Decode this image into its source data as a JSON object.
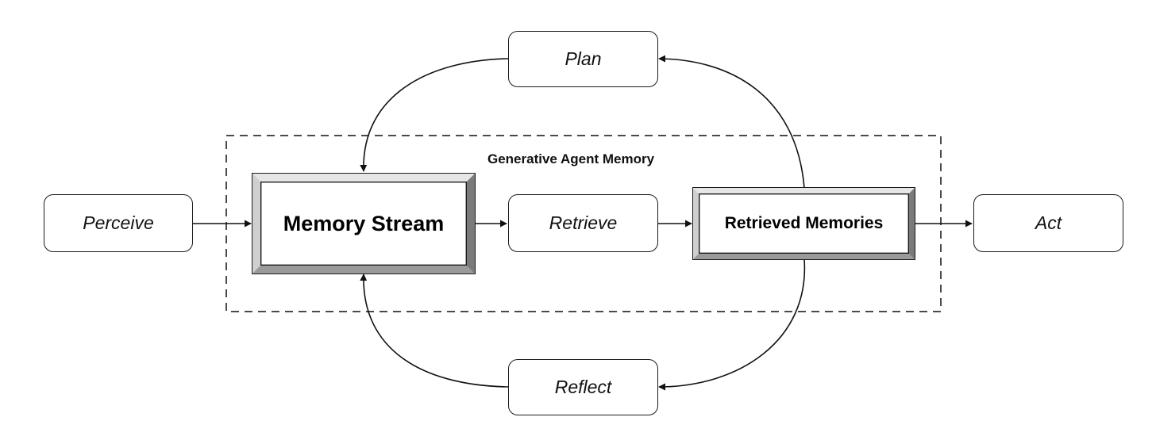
{
  "diagram": {
    "group": {
      "label": "Generative Agent Memory"
    },
    "nodes": {
      "perceive": "Perceive",
      "memory_stream": "Memory Stream",
      "retrieve": "Retrieve",
      "retrieved_memories": "Retrieved Memories",
      "act": "Act",
      "plan": "Plan",
      "reflect": "Reflect"
    },
    "edges": [
      {
        "from": "Perceive",
        "to": "Memory Stream"
      },
      {
        "from": "Memory Stream",
        "to": "Retrieve"
      },
      {
        "from": "Retrieve",
        "to": "Retrieved Memories"
      },
      {
        "from": "Retrieved Memories",
        "to": "Act"
      },
      {
        "from": "Retrieved Memories",
        "to": "Plan"
      },
      {
        "from": "Plan",
        "to": "Memory Stream"
      },
      {
        "from": "Retrieved Memories",
        "to": "Reflect"
      },
      {
        "from": "Reflect",
        "to": "Memory Stream"
      }
    ],
    "colors": {
      "stroke": "#1a1a1a",
      "background": "#ffffff",
      "bevel_dark": "#7a7a7a",
      "bevel_light": "#e6e6e6"
    }
  }
}
